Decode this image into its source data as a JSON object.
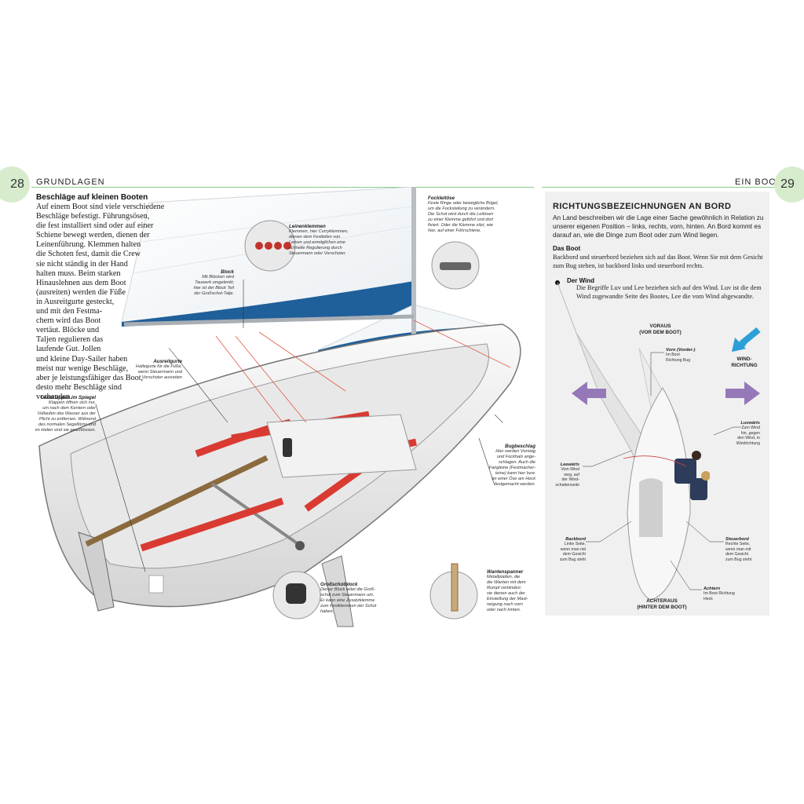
{
  "header": {
    "left_page_number": "28",
    "left_section": "GRUNDLAGEN",
    "right_section": "EIN BOOT",
    "right_page_number": "29"
  },
  "intro": {
    "title": "Beschläge auf kleinen Booten",
    "lines": [
      "Auf einem Boot sind viele verschiedene",
      "Beschläge befestigt. Führungsösen,",
      "die fest installiert sind oder auf einer",
      "Schiene bewegt werden, dienen der",
      "Leinenführung. Klemmen halten",
      "die Schoten fest, damit die Crew",
      "sie nicht ständig in der Hand",
      "halten muss. Beim starken",
      "Hinauslehnen aus dem Boot",
      "(ausreiten) werden die Füße",
      "in Ausreitgurte gesteckt,",
      "und mit den Festma-",
      "chern wird das Boot",
      "vertäut. Blöcke und",
      "Taljen regulieren das",
      "laufende Gut. Jollen",
      "und kleine Day-Sailer haben",
      "meist nur wenige Beschläge,",
      "aber je leistungsfähiger das Boot,",
      "desto mehr Beschläge sind",
      "vorhanden."
    ]
  },
  "callouts": {
    "lenzklappen": {
      "title": "Lenzklappen im Spiegel",
      "lines": [
        "Klappen öffnen sich nur,",
        "um nach dem Kentern oder",
        "Vollaufen das Wasser aus der",
        "Plicht zu entfernen. Während",
        "des normalen Segeltörns und",
        "im Hafen sind sie geschlossen."
      ]
    },
    "block": {
      "title": "Block",
      "lines": [
        "Mit Blöcken wird",
        "Tauwerk umgelenkt;",
        "hier ist der Block Teil",
        "der Großschot-Talje."
      ]
    },
    "leinenklemmen": {
      "title": "Leinenklemmen",
      "lines": [
        "Klemmen, hier Curryklemmen,",
        "dienen dem Festlellen von",
        "Leinen und ermöglichen eine",
        "schnelle Regulierung durch",
        "Steuermann oder Vorschoter."
      ]
    },
    "fockleitoese": {
      "title": "Fockleitöse",
      "lines": [
        "Feste Ringe oder bewegliche Bügel,",
        "um die Fockstellung zu verändern.",
        "Die Schot wird durch die Leitösen",
        "zu einer Klemme geführt und dort",
        "fixiert. Oder die Klemme sitzt, wie",
        "hier, auf einer Führschiene."
      ]
    },
    "ausreitgurte": {
      "title": "Ausreitgurte",
      "lines": [
        "Haltegurte für die Füße,",
        "wenn Steuermann und",
        "Vorschoter ausreiten"
      ]
    },
    "bugbeschlag": {
      "title": "Bugbeschlag",
      "lines": [
        "Hier werden Vorstag",
        "und Fockhals ange-",
        "schlagen. Auch die",
        "Fangleine (Festmacher-",
        "leine) kann hier bzw.",
        "an einer Öse am Heck",
        "festgemacht werden."
      ]
    },
    "grossschotblock": {
      "title": "Großschotblock",
      "lines": [
        "Dieser Block leitet die Groß-",
        "schot zum Steuermann um.",
        "Er kann eine Zusatzklemme",
        "zum Festklemmen der Schot",
        "haben."
      ]
    },
    "wantenspanner": {
      "title": "Wantenspanner",
      "lines": [
        "Metallplatten, die",
        "die Wanten mit dem",
        "Rumpf verbinden;",
        "sie dienen auch der",
        "Einstellung der Mast-",
        "neigung nach vorn",
        "oder nach hinten."
      ]
    }
  },
  "panel": {
    "title": "RICHTUNGSBEZEICHNUNGEN AN BORD",
    "intro_lines": [
      "An Land beschreiben wir die Lage einer Sache gewöhnlich in Relation zu",
      "unserer eigenen Position – links, rechts, vorn, hinten. An Bord kommt es",
      "darauf an, wie die Dinge zum Boot oder zum Wind liegen."
    ],
    "boat_heading": "Das Boot",
    "boat_lines": [
      "Backbord und steuerbord beziehen sich auf das Boot. Wenn Sie mit dem Gesicht",
      "zum Bug stehen, ist backbord links und steuerbord rechts."
    ],
    "wind_heading": "Der Wind",
    "wind_lines": [
      "Die Begriffe Luv und Lee beziehen sich auf den Wind. Luv ist die dem",
      "Wind zugewandte Seite des Bootes, Lee die vom Wind abgewandte."
    ],
    "voraus": [
      "VORAUS",
      "(VOR DEM BOOT)"
    ],
    "achteraus": [
      "ACHTERAUS",
      "(HINTER DEM BOOT)"
    ],
    "windrichtung": [
      "WIND-",
      "RICHTUNG"
    ],
    "vorn": {
      "title": "Vorn (Vorder-)",
      "lines": [
        "Im Boot",
        "Richtung Bug"
      ]
    },
    "luvwaerts": {
      "title": "Luvwärts",
      "lines": [
        "Zum Wind",
        "hin, gegen",
        "den Wind, in",
        "Windrichtung"
      ]
    },
    "leewaerts": {
      "title": "Leewärts",
      "lines": [
        "Vom Wind",
        "weg, auf",
        "der Wind-",
        "schattenseite"
      ]
    },
    "backbord": {
      "title": "Backbord",
      "lines": [
        "Linke Seite,",
        "wenn man mit",
        "dem Gesicht",
        "zum Bug steht"
      ]
    },
    "steuerbord": {
      "title": "Steuerbord",
      "lines": [
        "Rechte Seite,",
        "wenn man mit",
        "dem Gesicht",
        "zum Bug steht"
      ]
    },
    "achtern": {
      "title": "Achtern",
      "lines": [
        "Im Boot Richtung",
        "Heck"
      ]
    }
  },
  "colors": {
    "accent_green": "#8bc98a",
    "page_tab": "#d7eccd",
    "wind_arrow": "#2d9fd8",
    "side_arrow": "#9478b8",
    "sail_stripe": "#1f5f9a",
    "strap_red": "#d93a32"
  }
}
